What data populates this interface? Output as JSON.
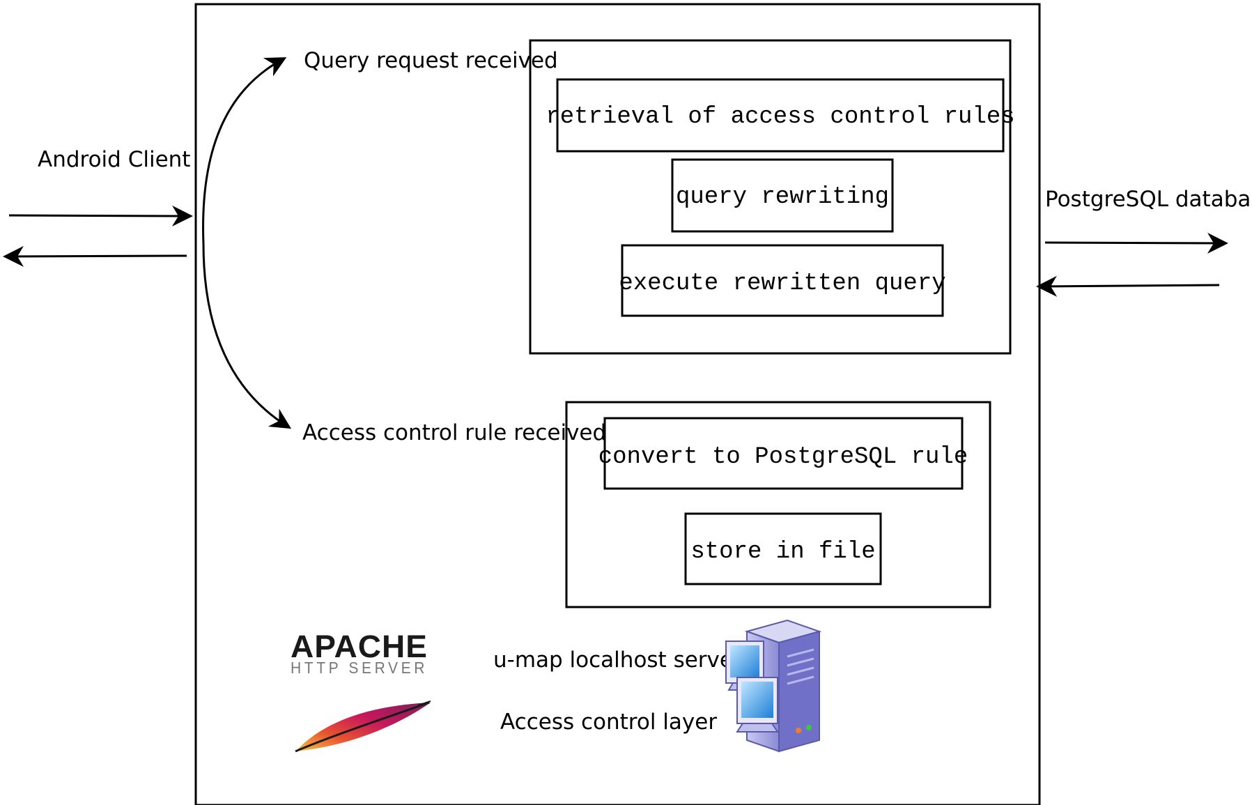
{
  "diagram": {
    "client_label": "Android Client",
    "database_label": "PostgreSQL database",
    "query_label": "Query request received",
    "rule_label": "Access control rule received",
    "query_steps": [
      "retrieval of access control rules",
      "query rewriting",
      "execute rewritten query"
    ],
    "rule_steps": [
      "convert to PostgreSQL rule",
      "store in file"
    ],
    "server_label": "u-map localhost server",
    "layer_label": "Access control layer",
    "apache_logo": {
      "word": "APACHE",
      "subtitle": "HTTP SERVER"
    },
    "icons": [
      "apache-feather-icon",
      "server-computers-icon"
    ]
  }
}
